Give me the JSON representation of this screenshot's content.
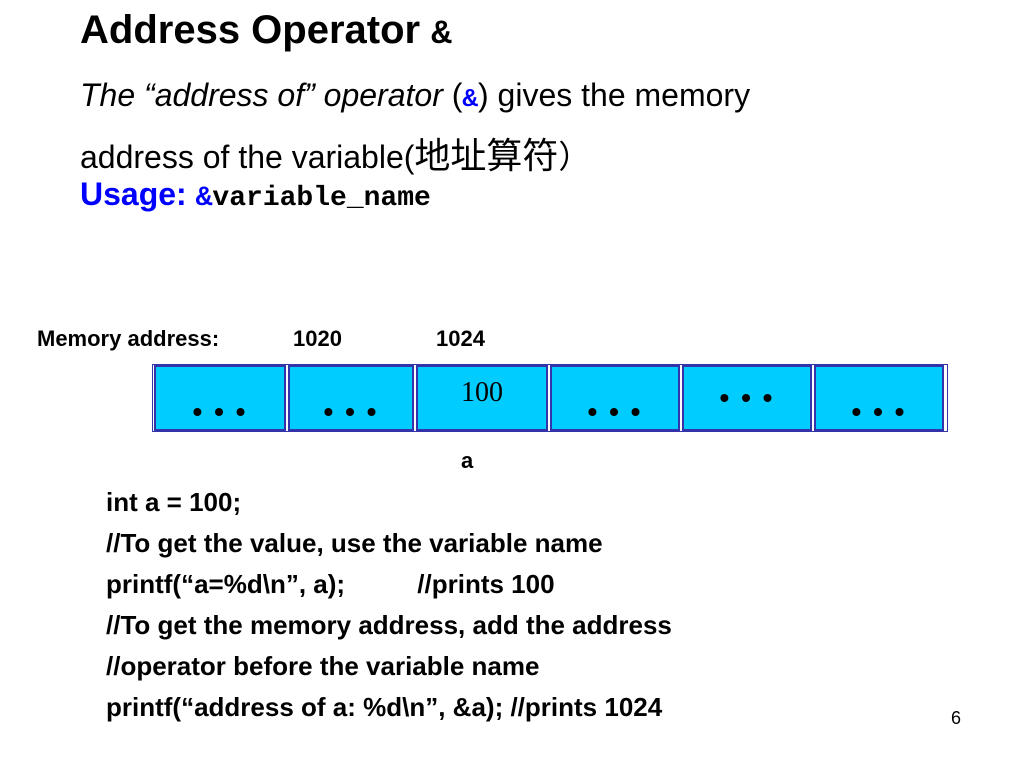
{
  "slide": {
    "title": "Address Operator",
    "title_symbol": "&",
    "desc": {
      "the": "The",
      "quote_open": "“",
      "address_of": "address of",
      "quote_close": "”",
      "operator": "operator",
      "paren_open": "(",
      "symbol": "&",
      "paren_close": ")",
      "rest_line1": "gives the memory",
      "line2": "address of the variable(",
      "cjk": "地址算符",
      "line2_close": "）"
    },
    "usage": {
      "label": "Usage:",
      "amp": "&",
      "code": "variable_name"
    },
    "page_number": "6"
  },
  "memory": {
    "label": "Memory address:",
    "address_1": "1020",
    "address_2": "1024",
    "cells": [
      "• • •",
      "• • •",
      "100",
      "• • •",
      "• • •",
      "• • •"
    ],
    "variable_label": "a",
    "cell_color": "#00ccff",
    "border_color": "#3333aa"
  },
  "code": {
    "lines": [
      "int a = 100;",
      "//To get the value, use the variable name",
      "printf(“a=%d\\n”, a);          //prints 100",
      "//To get the memory address, add the address",
      "//operator before the variable name",
      "printf(“address of a: %d\\n”, &a); //prints 1024"
    ]
  }
}
